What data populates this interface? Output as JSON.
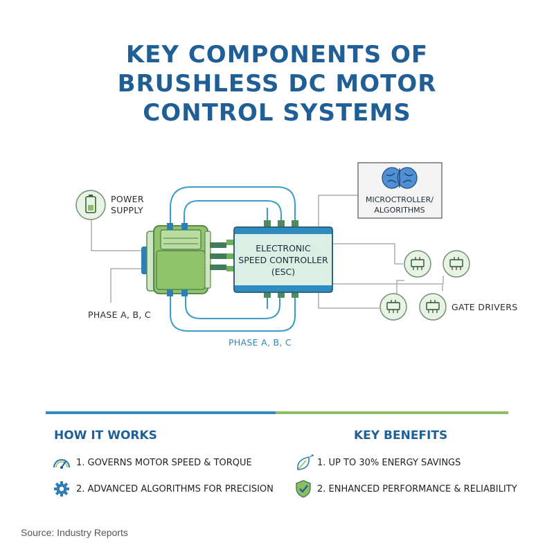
{
  "title": {
    "line1": "KEY COMPONENTS OF",
    "line2": "BRUSHLESS DC MOTOR",
    "line3": "CONTROL SYSTEMS"
  },
  "diagram": {
    "power_supply": {
      "line1": "POWER",
      "line2": "SUPPLY"
    },
    "phase_left": "PHASE A, B, C",
    "phase_bottom": "PHASE A, B, C",
    "esc": {
      "line1": "ELECTRONIC",
      "line2": "SPEED CONTROLLER",
      "line3": "(ESC)"
    },
    "microcontroller": {
      "line1": "MICROCTROLLER/",
      "line2": "ALGORITHMS"
    },
    "gate_drivers": "GATE DRIVERS"
  },
  "how_it_works": {
    "heading": "HOW IT WORKS",
    "items": [
      {
        "text": "1. GOVERNS MOTOR SPEED & TORQUE",
        "icon": "speedometer-icon"
      },
      {
        "text": "2. ADVANCED ALGORITHMS FOR PRECISION",
        "icon": "gear-icon"
      }
    ]
  },
  "key_benefits": {
    "heading": "KEY BENEFITS",
    "items": [
      {
        "text": "1. UP TO 30% ENERGY SAVINGS",
        "icon": "leaf-icon"
      },
      {
        "text": "2. ENHANCED PERFORMANCE & RELIABILITY",
        "icon": "shield-check-icon"
      }
    ]
  },
  "source": "Source: Industry Reports",
  "colors": {
    "title_blue": "#1f5f96",
    "accent_blue": "#2e8cc0",
    "accent_green": "#8cbd62",
    "motor_green": "#8fc46a",
    "esc_fill": "#dcefe4"
  }
}
